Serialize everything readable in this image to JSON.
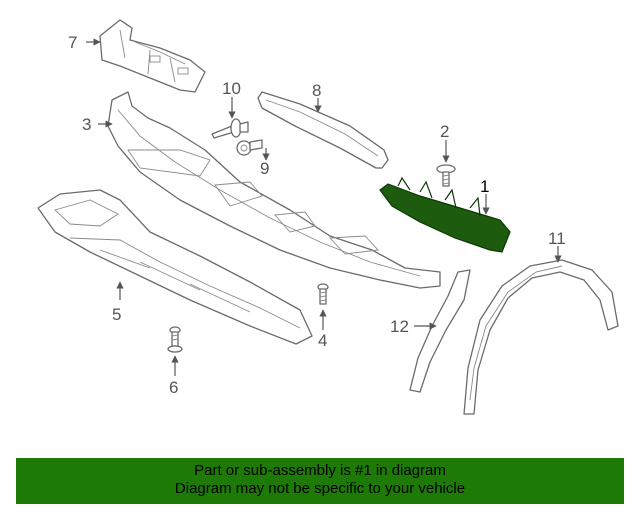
{
  "diagram": {
    "callouts": [
      {
        "id": "1",
        "label": "1"
      },
      {
        "id": "2",
        "label": "2"
      },
      {
        "id": "3",
        "label": "3"
      },
      {
        "id": "4",
        "label": "4"
      },
      {
        "id": "5",
        "label": "5"
      },
      {
        "id": "6",
        "label": "6"
      },
      {
        "id": "7",
        "label": "7"
      },
      {
        "id": "8",
        "label": "8"
      },
      {
        "id": "9",
        "label": "9"
      },
      {
        "id": "10",
        "label": "10"
      },
      {
        "id": "11",
        "label": "11"
      },
      {
        "id": "12",
        "label": "12"
      }
    ],
    "highlight_part": "1",
    "colors": {
      "highlight": "#1d5c0e",
      "line": "#6b6b6b",
      "banner": "#1d7a06"
    }
  },
  "banner": {
    "line1": "Part or sub-assembly is #1 in diagram",
    "line2": "Diagram may not be specific to your vehicle"
  }
}
